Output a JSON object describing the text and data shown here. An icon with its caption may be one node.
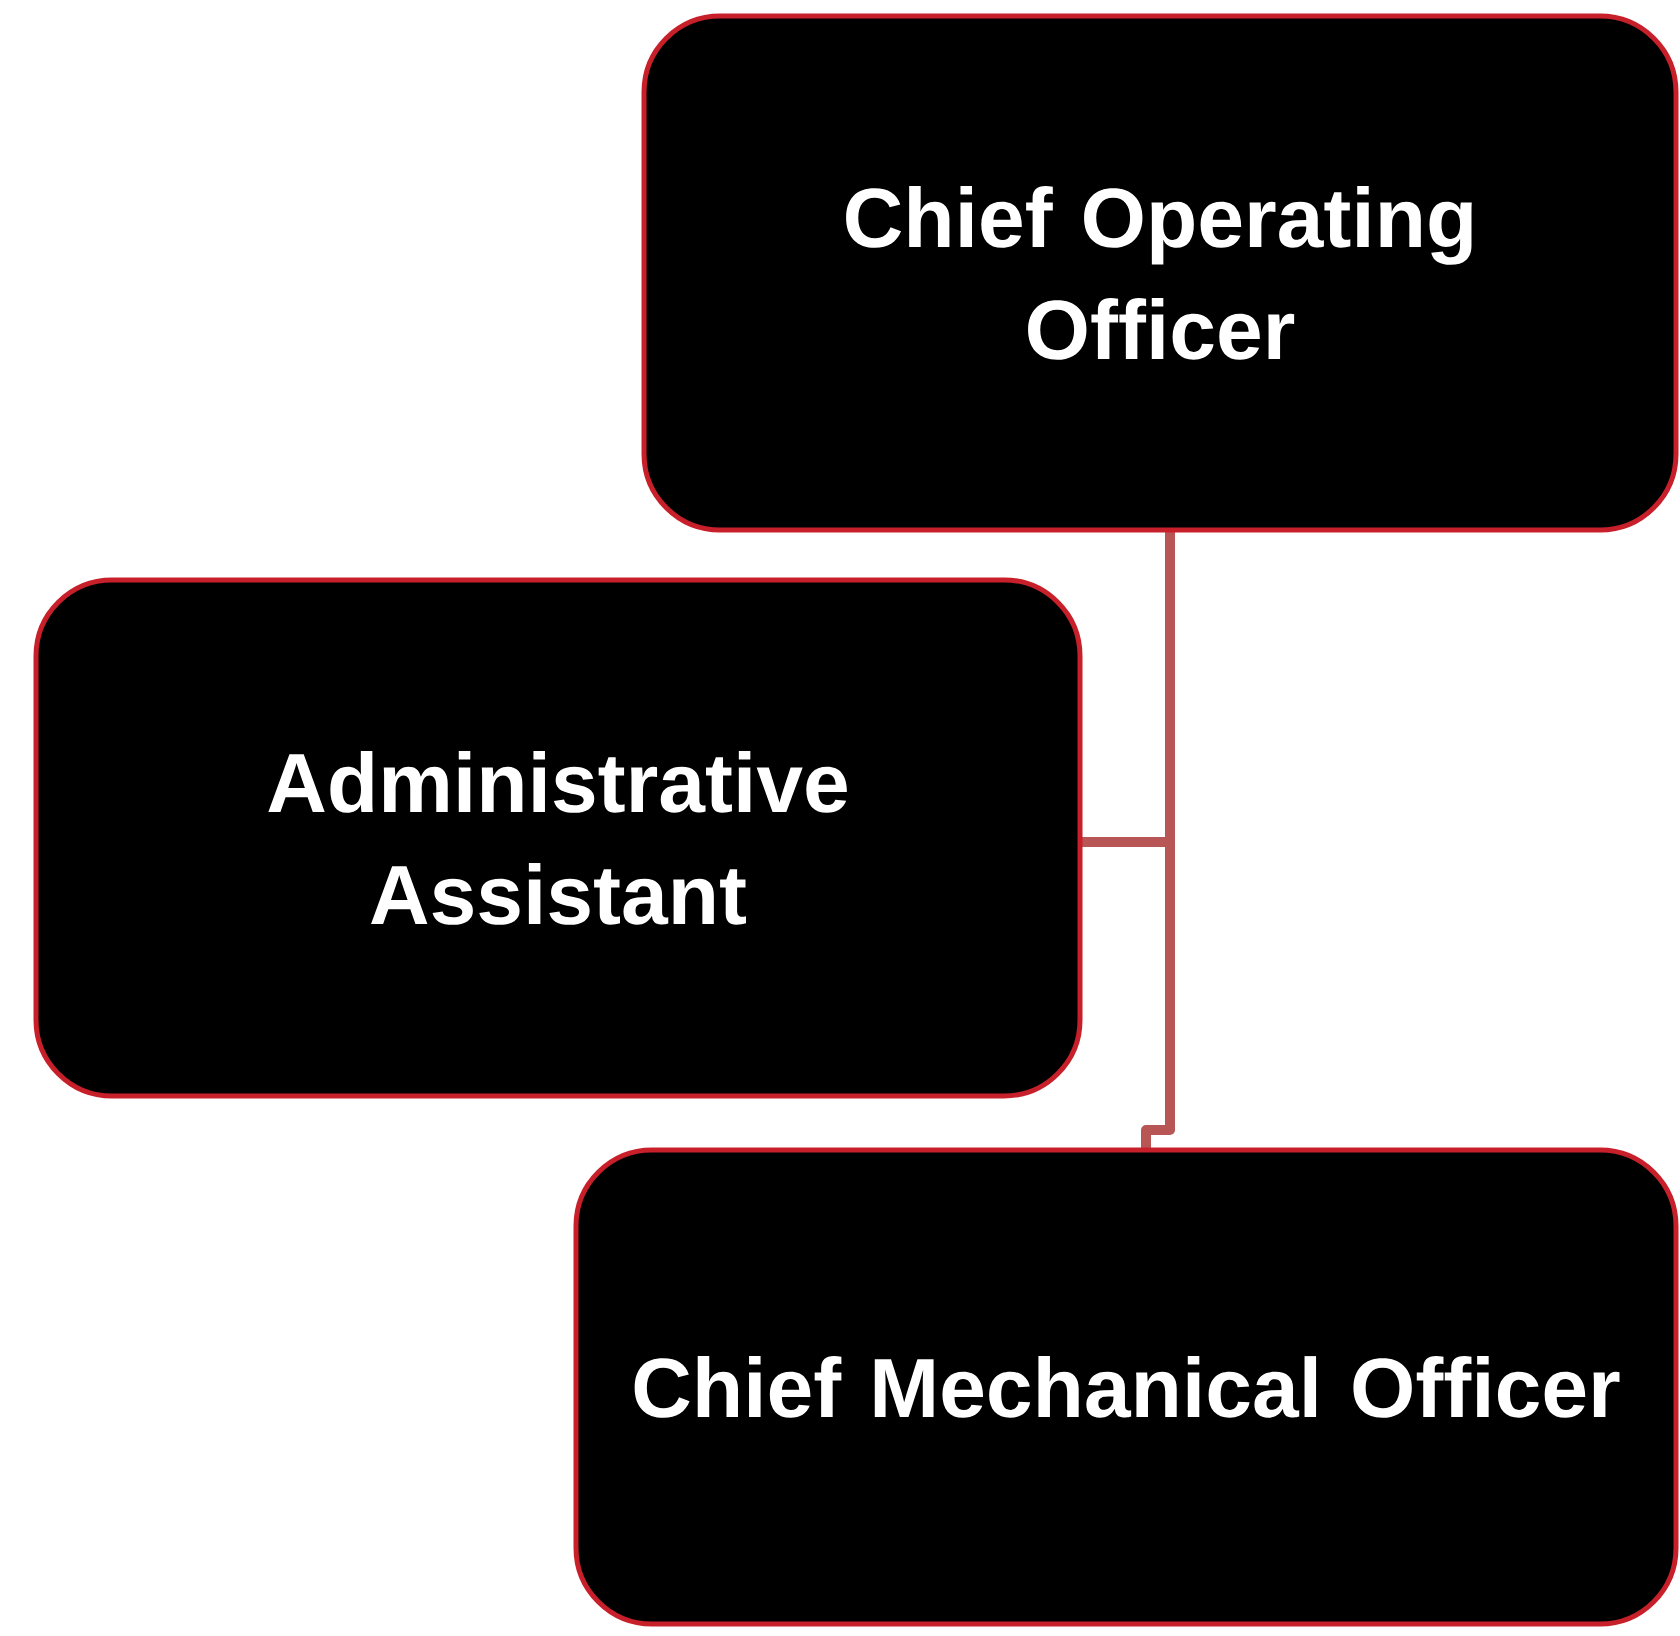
{
  "diagram": {
    "nodes": [
      {
        "text": [
          "Chief Operating Officer"
        ]
      },
      {
        "text": [
          "Administrative Assistant"
        ]
      },
      {
        "text": [
          "Chief Mechanical Officer"
        ]
      }
    ],
    "edges": [
      {
        "from": 0,
        "to": 1,
        "arrow": "none"
      },
      {
        "from": 0,
        "to": 2,
        "arrow": "none"
      }
    ]
  }
}
